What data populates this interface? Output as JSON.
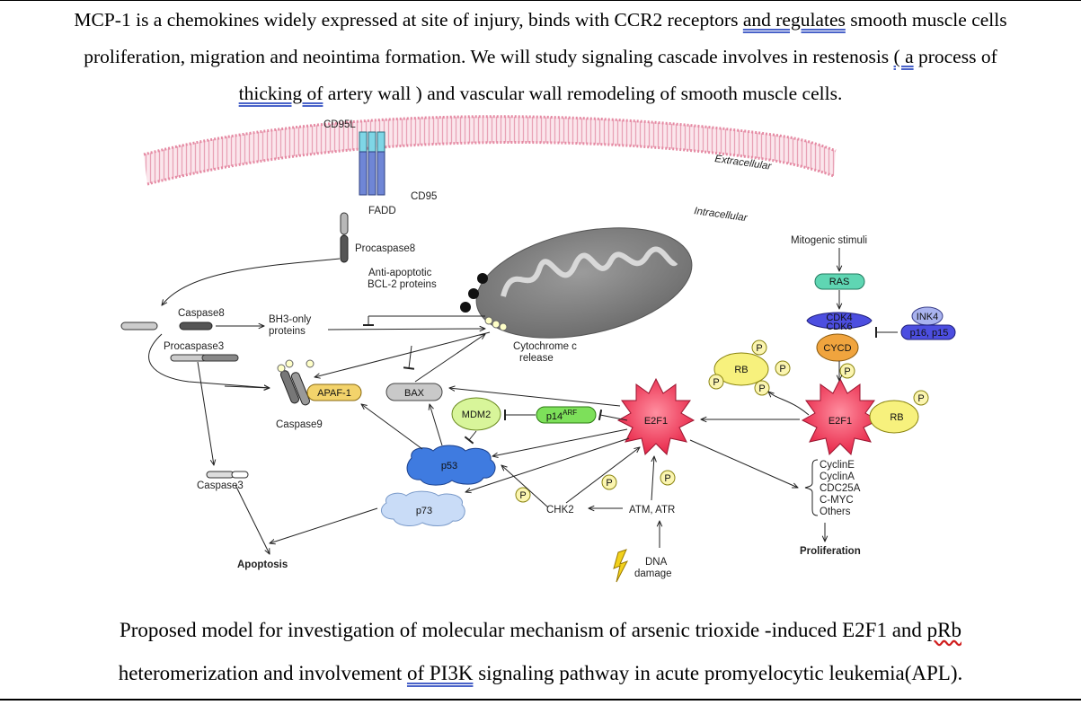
{
  "intro": {
    "s1": "MCP-1 is a chemokines widely expressed at site of injury, binds with CCR2 receptors ",
    "u1": "and  regulates",
    "s2": " smooth muscle cells",
    "s3": "proliferation, migration and neointima formation. We will study signaling cascade involves in restenosis ",
    "u2": "( a",
    "s4": " process of",
    "u3": "thicking  of",
    "s5": " artery wall ) and vascular wall remodeling  of smooth muscle cells."
  },
  "diagram": {
    "cd95l": "CD95L",
    "cd95": "CD95",
    "fadd": "FADD",
    "extracellular": "Extracellular",
    "intracellular": "Intracellular",
    "procaspase8": "Procaspase8",
    "anti_apoptotic_1": "Anti-apoptotic",
    "anti_apoptotic_2": "BCL-2 proteins",
    "caspase8": "Caspase8",
    "bh3_1": "BH3-only",
    "bh3_2": "proteins",
    "procaspase3": "Procaspase3",
    "cytochrome_1": "Cytochrome c",
    "cytochrome_2": "release",
    "apaf1": "APAF-1",
    "bax": "BAX",
    "caspase9": "Caspase9",
    "mdm2": "MDM2",
    "p14": "p14",
    "p14_sup": "ARF",
    "e2f1_center": "E2F1",
    "p53": "p53",
    "caspase3": "Caspase3",
    "p73": "p73",
    "chk2": "CHK2",
    "atm_atr": "ATM, ATR",
    "dna_1": "DNA",
    "dna_2": "damage",
    "apoptosis": "Apoptosis",
    "mitogenic": "Mitogenic stimuli",
    "ras": "RAS",
    "cdk4": "CDK4",
    "cdk6": "CDK6",
    "ink4": "INK4",
    "p16_p15": "p16, p15",
    "cycd": "CYCD",
    "rb_left": "RB",
    "rb_right": "RB",
    "e2f1_right": "E2F1",
    "p": "P",
    "target_genes": [
      "CyclinE",
      "CyclinA",
      "CDC25A",
      "C-MYC",
      "Others"
    ],
    "proliferation": "Proliferation"
  },
  "caption": {
    "c1": "Proposed model for investigation of molecular mechanism of arsenic trioxide -induced E2F1 and ",
    "w1": "pRb",
    "c2": "heteromerization and involvement ",
    "u1": "of  PI3K",
    "c3": " signaling pathway in acute promyelocytic leukemia(APL)."
  }
}
